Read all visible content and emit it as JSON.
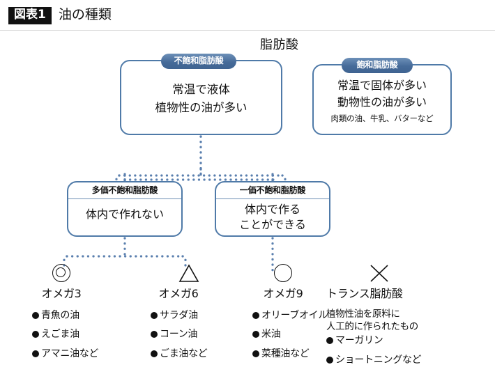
{
  "header": {
    "figure_tag": "図表1",
    "title": "油の種類"
  },
  "root": {
    "label": "脂肪酸"
  },
  "top_level": [
    {
      "badge": "不飽和脂肪酸",
      "line1": "常温で液体",
      "line2": "植物性の油が多い"
    },
    {
      "badge": "飽和脂肪酸",
      "line1": "常温で固体が多い",
      "line2": "動物性の油が多い",
      "note": "肉類の油、牛乳、バターなど"
    }
  ],
  "mid_level": [
    {
      "head": "多価不飽和脂肪酸",
      "line1": "体内で作れない",
      "line2": ""
    },
    {
      "head": "一価不飽和脂肪酸",
      "line1": "体内で作る",
      "line2": "ことができる"
    }
  ],
  "columns": [
    {
      "icon": "double-circle-icon",
      "label": "オメガ3",
      "items": [
        "青魚の油",
        "えごま油",
        "アマニ油など"
      ]
    },
    {
      "icon": "triangle-icon",
      "label": "オメガ6",
      "items": [
        "サラダ油",
        "コーン油",
        "ごま油など"
      ]
    },
    {
      "icon": "circle-icon",
      "label": "オメガ9",
      "items": [
        "オリーブオイル",
        "米油",
        "菜種油など"
      ]
    },
    {
      "icon": "cross-icon",
      "label": "トランス脂肪酸",
      "lead_line1": "植物性油を原料に",
      "lead_line2": "人工的に作られたもの",
      "items": [
        "マーガリン",
        "ショートニングなど"
      ]
    }
  ],
  "colors": {
    "border_blue": "#4f7aa8",
    "badge_blue": "#466b99",
    "connector_blue": "#5a7fae",
    "text_black": "#111111",
    "tag_background": "#111111"
  }
}
